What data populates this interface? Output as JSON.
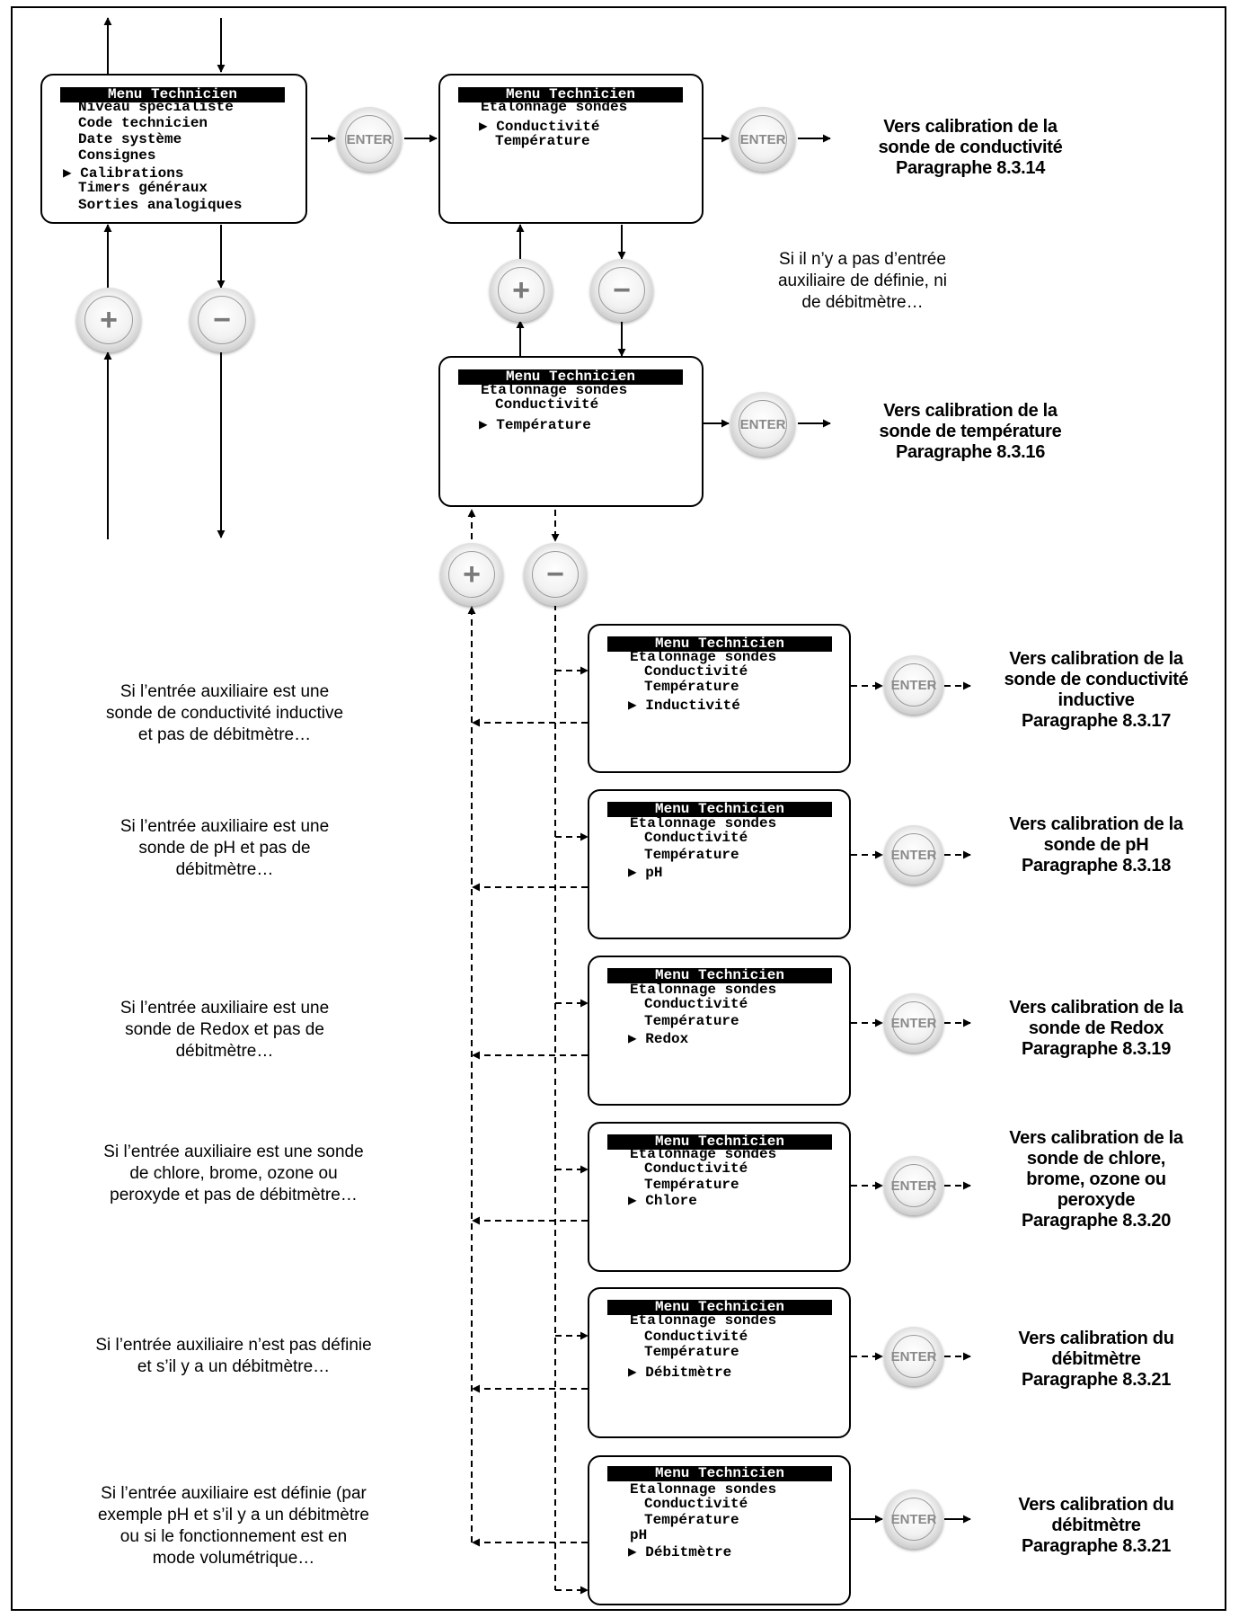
{
  "screens": {
    "main": {
      "title": "Menu Technicien",
      "lines": [
        "Niveau spécialiste",
        "Code technicien",
        "Date système",
        "Consignes",
        "▶ Calibrations",
        "Timers généraux",
        "Sorties analogiques"
      ]
    },
    "etal_cond": {
      "title": "Menu Technicien",
      "lines": [
        "Etalonnage sondes",
        "▶ Conductivité",
        "Température"
      ]
    },
    "etal_temp": {
      "title": "Menu Technicien",
      "lines": [
        "Etalonnage sondes",
        "Conductivité",
        "▶ Température"
      ]
    },
    "aux_ind": {
      "title": "Menu Technicien",
      "lines": [
        "Etalonnage sondes",
        "Conductivité",
        "Température",
        "▶ Inductivité"
      ]
    },
    "aux_ph": {
      "title": "Menu Technicien",
      "lines": [
        "Etalonnage sondes",
        "Conductivité",
        "Température",
        "▶ pH"
      ]
    },
    "aux_redox": {
      "title": "Menu Technicien",
      "lines": [
        "Etalonnage sondes",
        "Conductivité",
        "Température",
        "▶ Redox"
      ]
    },
    "aux_chl": {
      "title": "Menu Technicien",
      "lines": [
        "Etalonnage sondes",
        "Conductivité",
        "Température",
        "▶ Chlore"
      ]
    },
    "aux_deb": {
      "title": "Menu Technicien",
      "lines": [
        "Etalonnage sondes",
        "Conductivité",
        "Température",
        "▶ Débitmètre"
      ]
    },
    "aux_vol": {
      "title": "Menu Technicien",
      "lines": [
        "Etalonnage sondes",
        "Conductivité",
        "Température",
        "pH",
        "▶ Débitmètre"
      ]
    }
  },
  "buttons": {
    "enter": "ENTER",
    "plus": "+",
    "minus": "−"
  },
  "targets": {
    "cond": [
      "Vers calibration de la",
      "sonde de conductivité",
      "Paragraphe 8.3.14"
    ],
    "temp": [
      "Vers calibration de la",
      "sonde de température",
      "Paragraphe 8.3.16"
    ],
    "ind": [
      "Vers calibration de la",
      "sonde de conductivité",
      "inductive",
      "Paragraphe 8.3.17"
    ],
    "ph": [
      "Vers calibration de la",
      "sonde de pH",
      "Paragraphe 8.3.18"
    ],
    "redox": [
      "Vers calibration de la",
      "sonde de Redox",
      "Paragraphe 8.3.19"
    ],
    "chl": [
      "Vers calibration de la",
      "sonde de chlore,",
      "brome, ozone ou",
      "peroxyde",
      "Paragraphe 8.3.20"
    ],
    "deb": [
      "Vers calibration du",
      "débitmètre",
      "Paragraphe 8.3.21"
    ],
    "vol": [
      "Vers calibration du",
      "débitmètre",
      "Paragraphe 8.3.21"
    ]
  },
  "notes": {
    "no_aux": [
      "Si il n’y a pas d’entrée",
      "auxiliaire de définie, ni",
      "de débitmètre…"
    ],
    "ind": [
      "Si l’entrée auxiliaire est une",
      "sonde de conductivité inductive",
      "et pas de débitmètre…"
    ],
    "ph": [
      "Si l’entrée auxiliaire est une",
      "sonde de pH et pas de",
      "débitmètre…"
    ],
    "redox": [
      "Si l’entrée auxiliaire est une",
      "sonde de Redox et pas de",
      "débitmètre…"
    ],
    "chl": [
      "Si l’entrée auxiliaire est une sonde",
      "de chlore, brome, ozone ou",
      "peroxyde et pas de débitmètre…"
    ],
    "deb": [
      "Si l’entrée auxiliaire n’est pas définie",
      "et s’il y a un débitmètre…"
    ],
    "vol": [
      "Si l’entrée auxiliaire est définie (par",
      "exemple pH et s’il y a un débitmètre",
      "ou si le fonctionnement est en",
      "mode volumétrique…"
    ]
  }
}
